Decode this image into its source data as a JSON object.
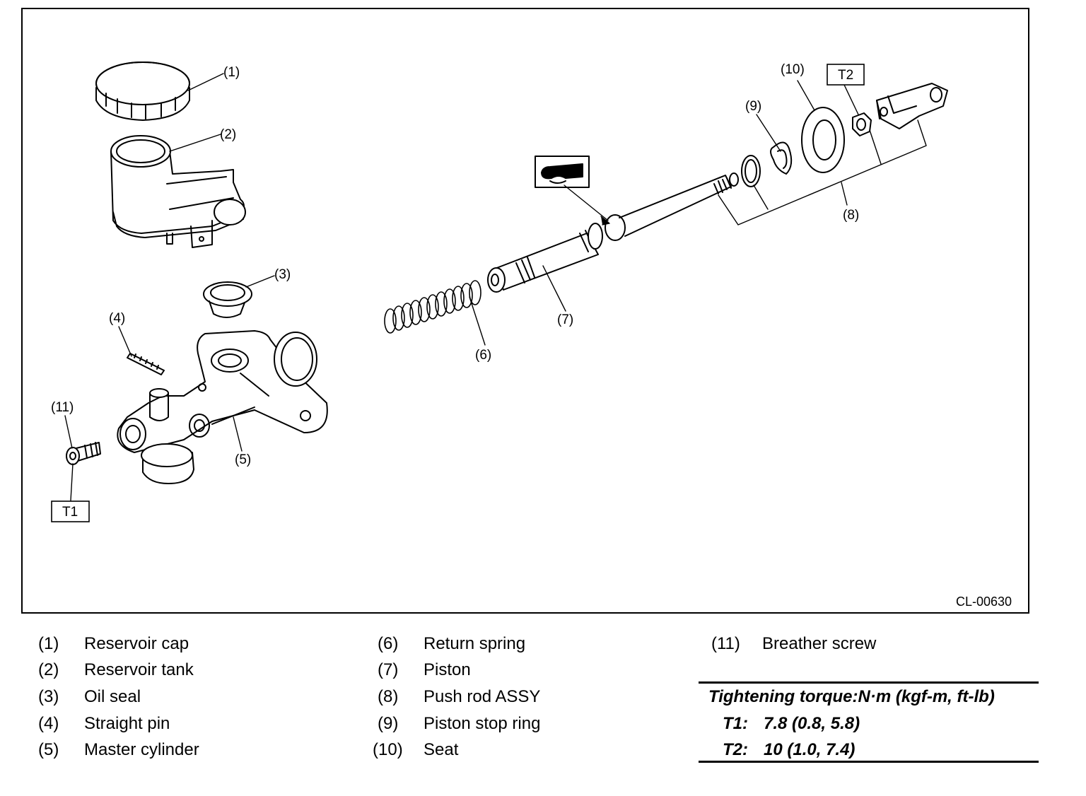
{
  "diagram": {
    "callouts": {
      "c1": "(1)",
      "c2": "(2)",
      "c3": "(3)",
      "c4": "(4)",
      "c5": "(5)",
      "c6": "(6)",
      "c7": "(7)",
      "c8": "(8)",
      "c9": "(9)",
      "c10": "(10)",
      "c11": "(11)"
    },
    "torque_boxes": {
      "t1": "T1",
      "t2": "T2"
    },
    "figure_code": "CL-00630"
  },
  "legend": {
    "col1": [
      {
        "num": "(1)",
        "name": "Reservoir cap"
      },
      {
        "num": "(2)",
        "name": "Reservoir tank"
      },
      {
        "num": "(3)",
        "name": "Oil seal"
      },
      {
        "num": "(4)",
        "name": "Straight pin"
      },
      {
        "num": "(5)",
        "name": "Master cylinder"
      }
    ],
    "col2": [
      {
        "num": "(6)",
        "name": "Return spring"
      },
      {
        "num": "(7)",
        "name": "Piston"
      },
      {
        "num": "(8)",
        "name": "Push rod ASSY"
      },
      {
        "num": "(9)",
        "name": "Piston stop ring"
      },
      {
        "num": "(10)",
        "name": "Seat"
      }
    ],
    "col3": [
      {
        "num": "(11)",
        "name": "Breather screw"
      }
    ]
  },
  "torque_table": {
    "header": "Tightening torque:N·m (kgf-m, ft-lb)",
    "rows": [
      {
        "key": "T1:",
        "value": "7.8 (0.8, 5.8)"
      },
      {
        "key": "T2:",
        "value": "10 (1.0, 7.4)"
      }
    ]
  }
}
